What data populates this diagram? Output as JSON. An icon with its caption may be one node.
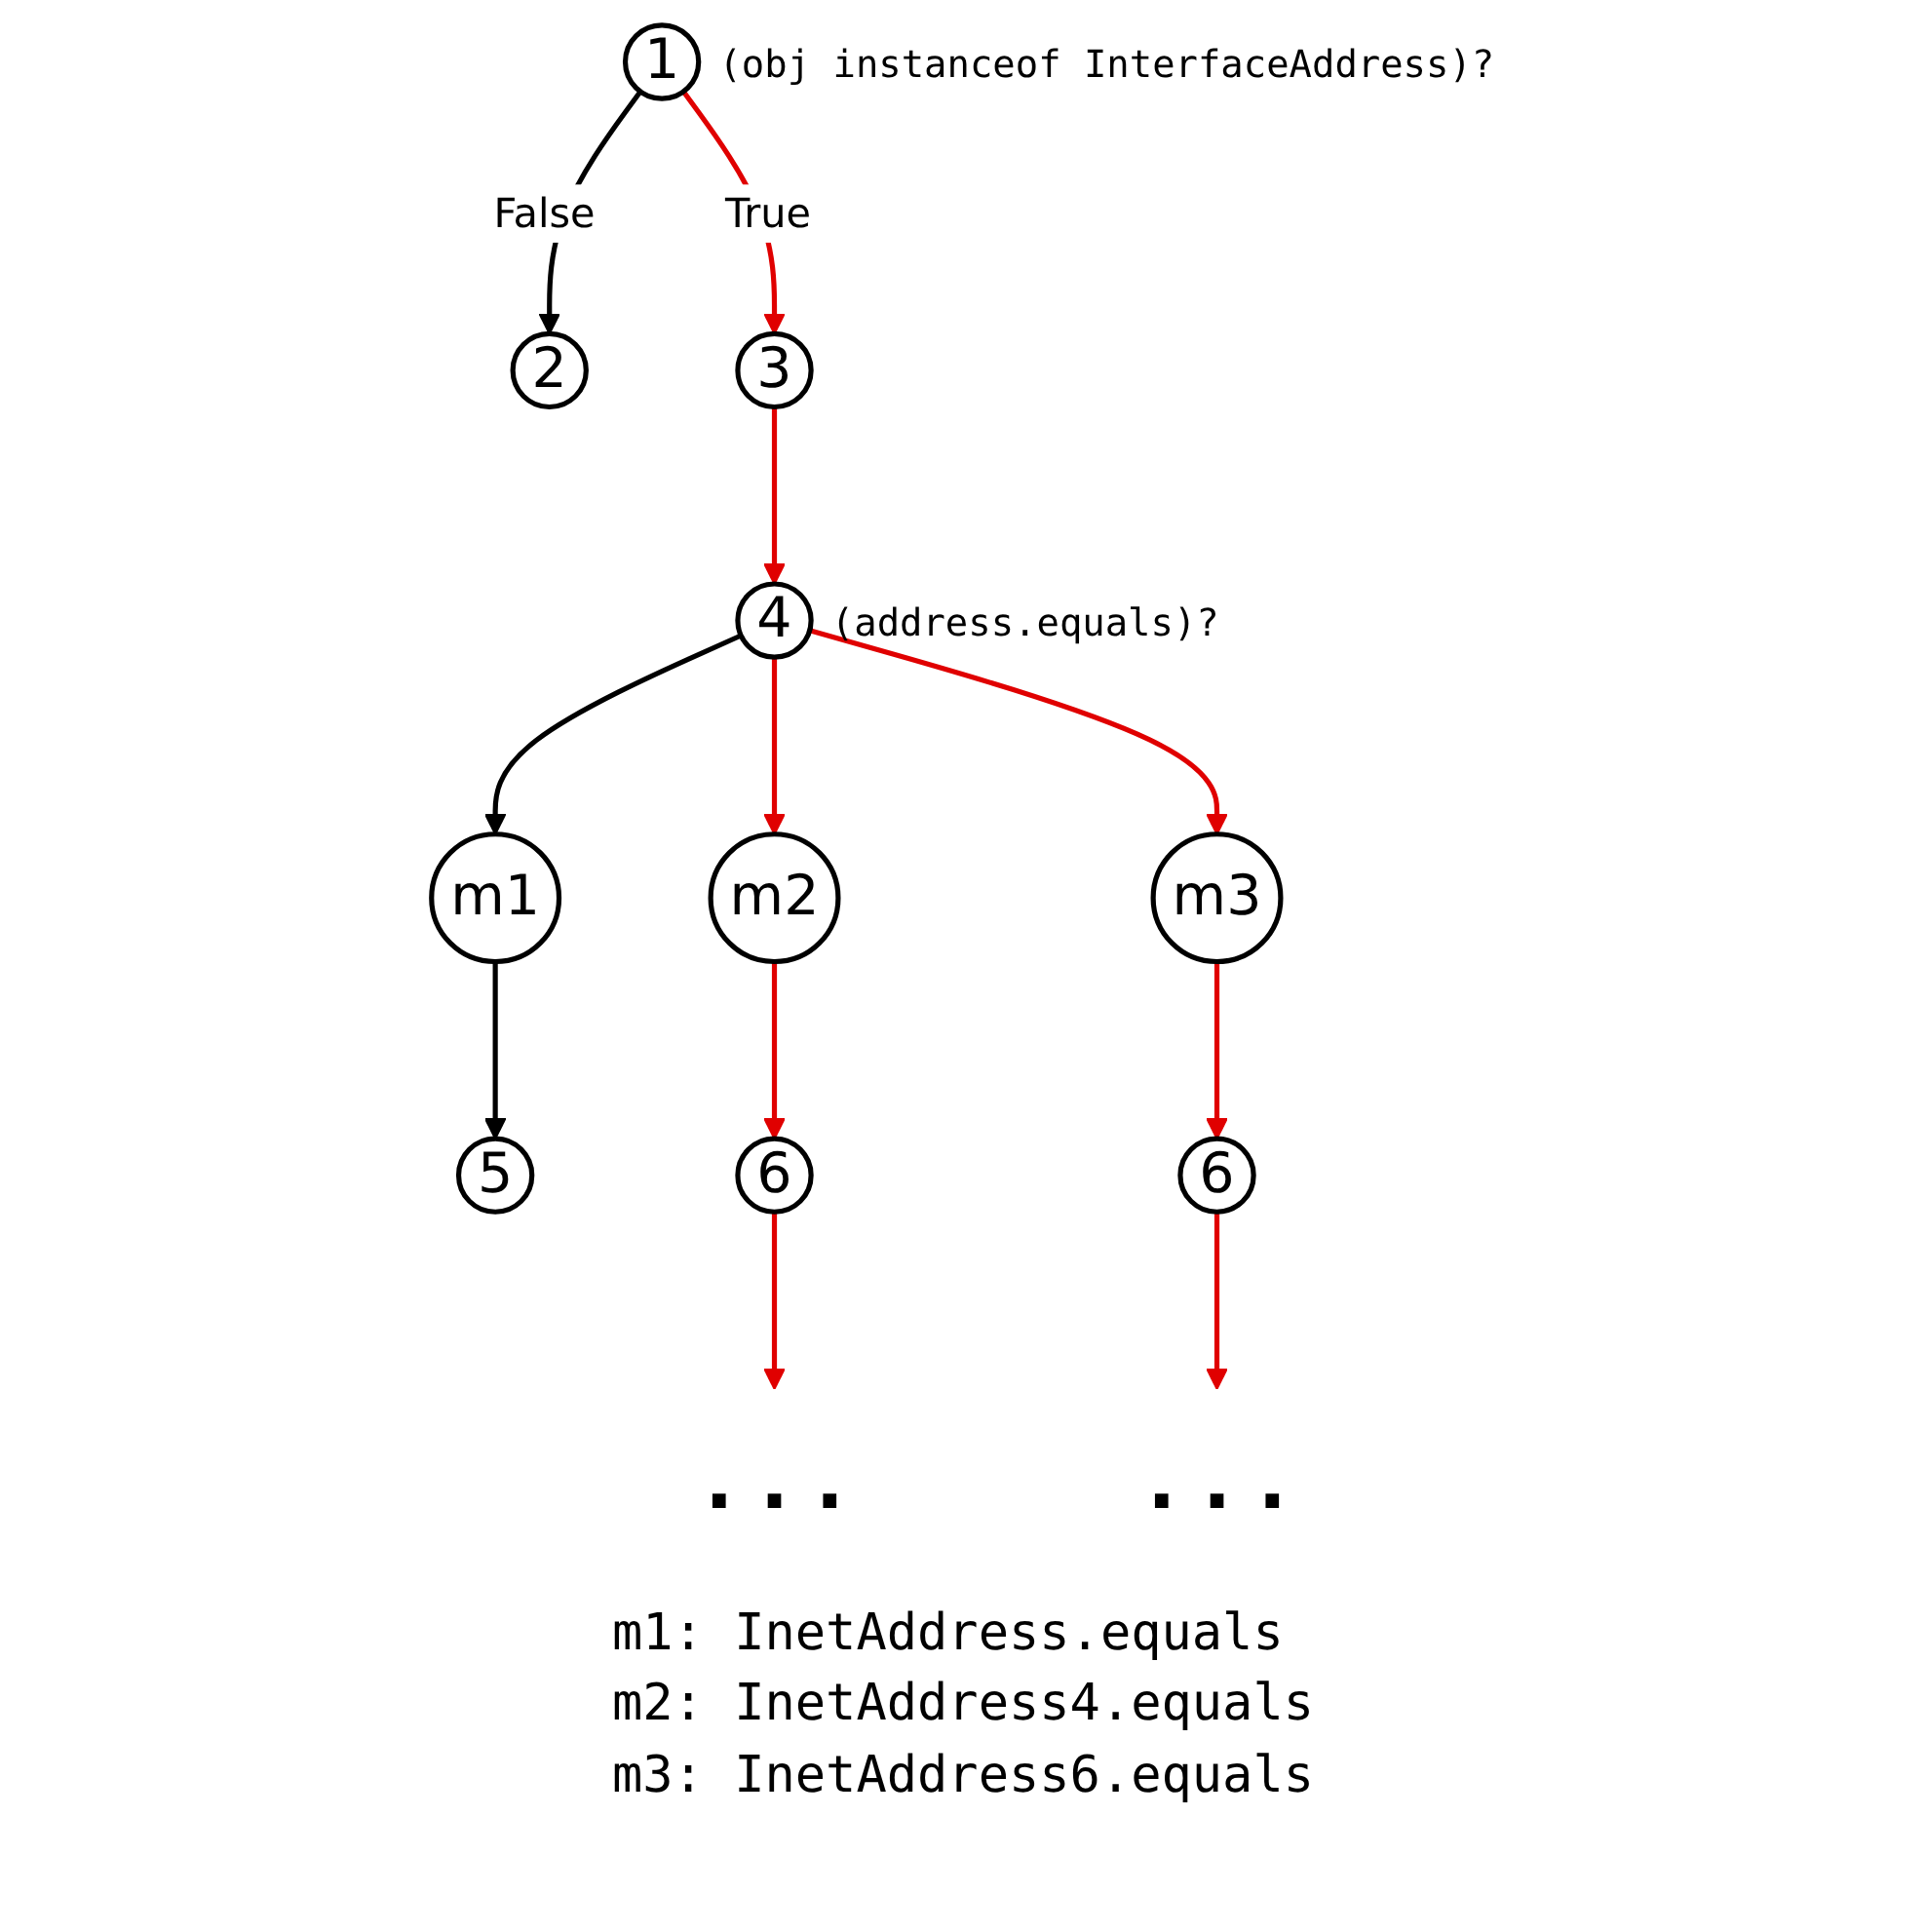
{
  "diagram": {
    "nodes": [
      {
        "text": [
          "1"
        ],
        "beside": [
          "(obj instanceof InterfaceAddress)?"
        ]
      },
      {
        "text": [
          "2"
        ]
      },
      {
        "text": [
          "3"
        ]
      },
      {
        "text": [
          "4"
        ],
        "beside": [
          "(address.equals)?"
        ]
      },
      {
        "text": [
          "m1"
        ]
      },
      {
        "text": [
          "m2"
        ]
      },
      {
        "text": [
          "m3"
        ]
      },
      {
        "text": [
          "5"
        ]
      },
      {
        "text": [
          "6"
        ]
      },
      {
        "text": [
          "6"
        ]
      },
      {
        "text": [
          ". . ."
        ]
      },
      {
        "text": [
          ". . ."
        ]
      }
    ],
    "edges": [
      {
        "from": 0,
        "to": 1,
        "arrow": "to",
        "label": "False",
        "color": "#000000"
      },
      {
        "from": 0,
        "to": 2,
        "arrow": "to",
        "label": "True"
      },
      {
        "from": 2,
        "to": 3,
        "arrow": "to"
      },
      {
        "from": 3,
        "to": 4,
        "arrow": "to",
        "color": "#000000"
      },
      {
        "from": 3,
        "to": 5,
        "arrow": "to"
      },
      {
        "from": 3,
        "to": 6,
        "arrow": "to"
      },
      {
        "from": 4,
        "to": 7,
        "arrow": "to",
        "color": "#000000"
      },
      {
        "from": 5,
        "to": 8,
        "arrow": "to"
      },
      {
        "from": 6,
        "to": 9,
        "arrow": "to"
      },
      {
        "from": 8,
        "to": 10,
        "arrow": "to"
      },
      {
        "from": 9,
        "to": 11,
        "arrow": "to"
      }
    ],
    "labels": [
      "m1: InetAddress.equals",
      "m2: InetAddress4.equals",
      "m3: InetAddress6.equals"
    ]
  }
}
